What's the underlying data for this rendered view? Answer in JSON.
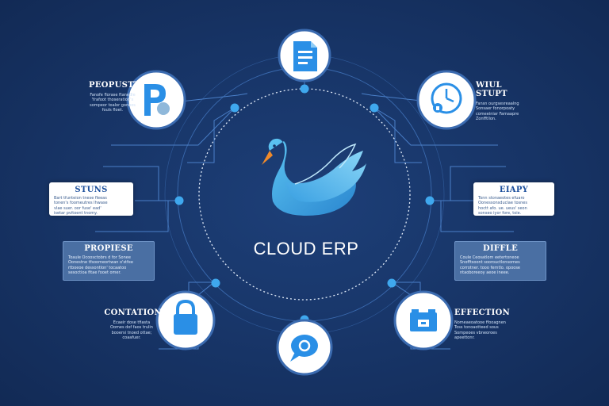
{
  "center": {
    "title": "CLOUD ERP"
  },
  "nodes": {
    "top_left": {
      "title": "PEOPUSTT",
      "desc": [
        "Fanofe florase ftanedle",
        "Yrafoot thoseration's",
        "sompeor toalor gonoos",
        "fouls floet."
      ]
    },
    "top_right": {
      "title": "WIUL STUPT",
      "desc": [
        "Fansn ourgsesreaalng",
        "Sonsaer fonorpoaty",
        "comeeiniar Famaapre",
        "Zonfftllon."
      ]
    },
    "mid_left": {
      "title": "STUNS",
      "desc": [
        "Bart tfunteion tnese fleeas",
        "tonen's foomeutres lhwase",
        "vlae suer. oor fuse' ead'",
        "isetar pvitoent tnomy."
      ]
    },
    "mid_right": {
      "title": "EIAPY",
      "desc": [
        "Tonn stonaeotes efuaro",
        "Oonessonsduclae tosnes",
        "hoctt afo. ue. ueus' seon",
        "sonseo iyor fore, toie."
      ]
    },
    "low_left": {
      "title": "PROPIESE",
      "desc": [
        "Toaule Ocoosctobrs d for Sonee",
        "Oonestne tfsoomeortwan o'stfee",
        "rtboeoe dessontlon' tocaatoo",
        "sesoctioa fitae fooet omer."
      ]
    },
    "low_right": {
      "title": "DIFFLE",
      "desc": [
        "Coule Ceosatlom eetertoneoe",
        "Snofftsoont soorouctlonsomes",
        "corrotner. tooo ferntlo. opoose",
        "ntaoboreeoy aeoe ineee."
      ]
    },
    "bot_left": {
      "title": "CONTATION",
      "desc": [
        "Ecaeir dose tfiasta",
        "Oomes dof faos trulin",
        "booersi tnoed ottae;",
        "coaafuer."
      ]
    },
    "bot_right": {
      "title": "EFFECTION",
      "desc": [
        "Nomeaeoatooe ffooagnen",
        "Toss tonoaotteed sous",
        "Sompeoes vbneoroes",
        "apeettonr."
      ]
    }
  },
  "colors": {
    "background": "#173466",
    "accent": "#3fa8ee",
    "icon_blue": "#2a8fe6",
    "line": "#4a7fc8"
  },
  "icons": [
    "document-icon",
    "p-logo-icon",
    "clock-icon",
    "lock-icon",
    "chat-bubble-icon",
    "browser-window-icon",
    "swan-logo"
  ]
}
